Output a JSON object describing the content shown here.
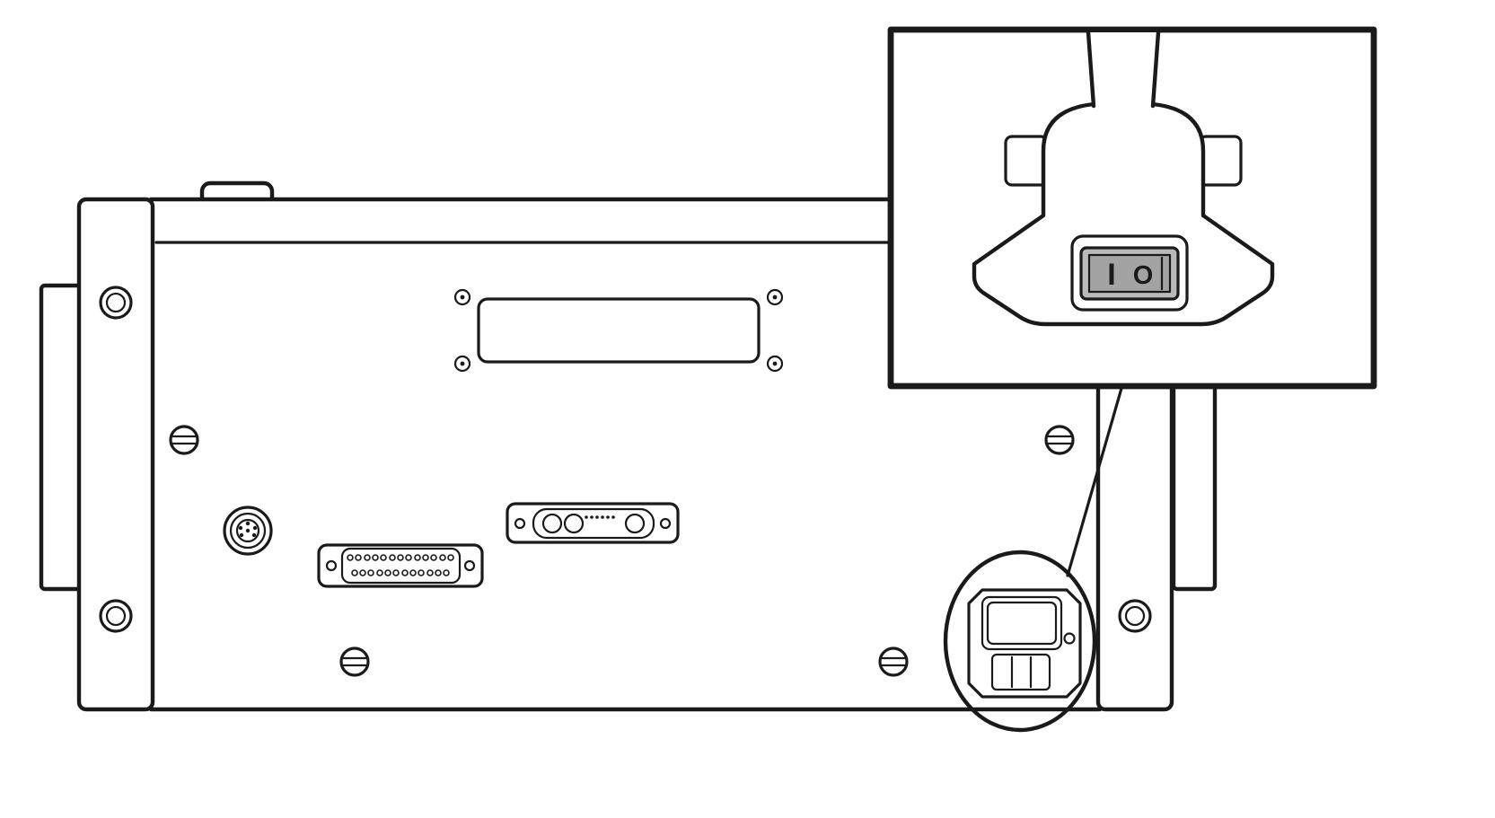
{
  "diagram": {
    "description": "Line drawing of an instrument rear panel; a circled power-entry module links to an enlarged inset showing the power cord plug and its rocker power switch.",
    "colors": {
      "line": "#1a1a1a",
      "background": "#ffffff",
      "switch_body": "#bababa",
      "switch_face": "#a3a3a3"
    },
    "inset": {
      "power_switch": {
        "on_symbol": "I",
        "off_symbol": "O"
      }
    }
  }
}
